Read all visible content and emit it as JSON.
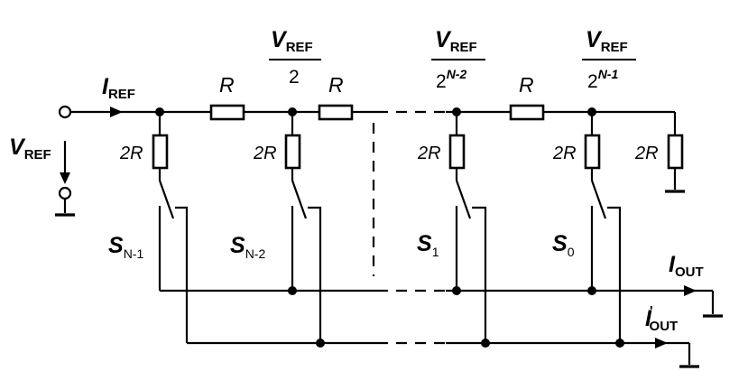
{
  "labels": {
    "vref_source": {
      "main": "V",
      "sub": "REF"
    },
    "iref": {
      "main": "I",
      "sub": "REF"
    },
    "resistor_series": "R",
    "resistor_shunt": "2R",
    "node_voltage_1": {
      "main": "V",
      "sub": "REF",
      "den": "2"
    },
    "node_voltage_2": {
      "main": "V",
      "sub": "REF",
      "den": "2",
      "exp": "N-2"
    },
    "node_voltage_3": {
      "main": "V",
      "sub": "REF",
      "den": "2",
      "exp": "N-1"
    },
    "switch_1": {
      "main": "S",
      "sub": "N-1"
    },
    "switch_2": {
      "main": "S",
      "sub": "N-2"
    },
    "switch_3": {
      "main": "S",
      "sub": "1"
    },
    "switch_4": {
      "main": "S",
      "sub": "0"
    },
    "iout": {
      "main": "I",
      "sub": "OUT"
    },
    "iout_prime": {
      "main": "I",
      "sub": "OUT",
      "prime": "'"
    }
  }
}
